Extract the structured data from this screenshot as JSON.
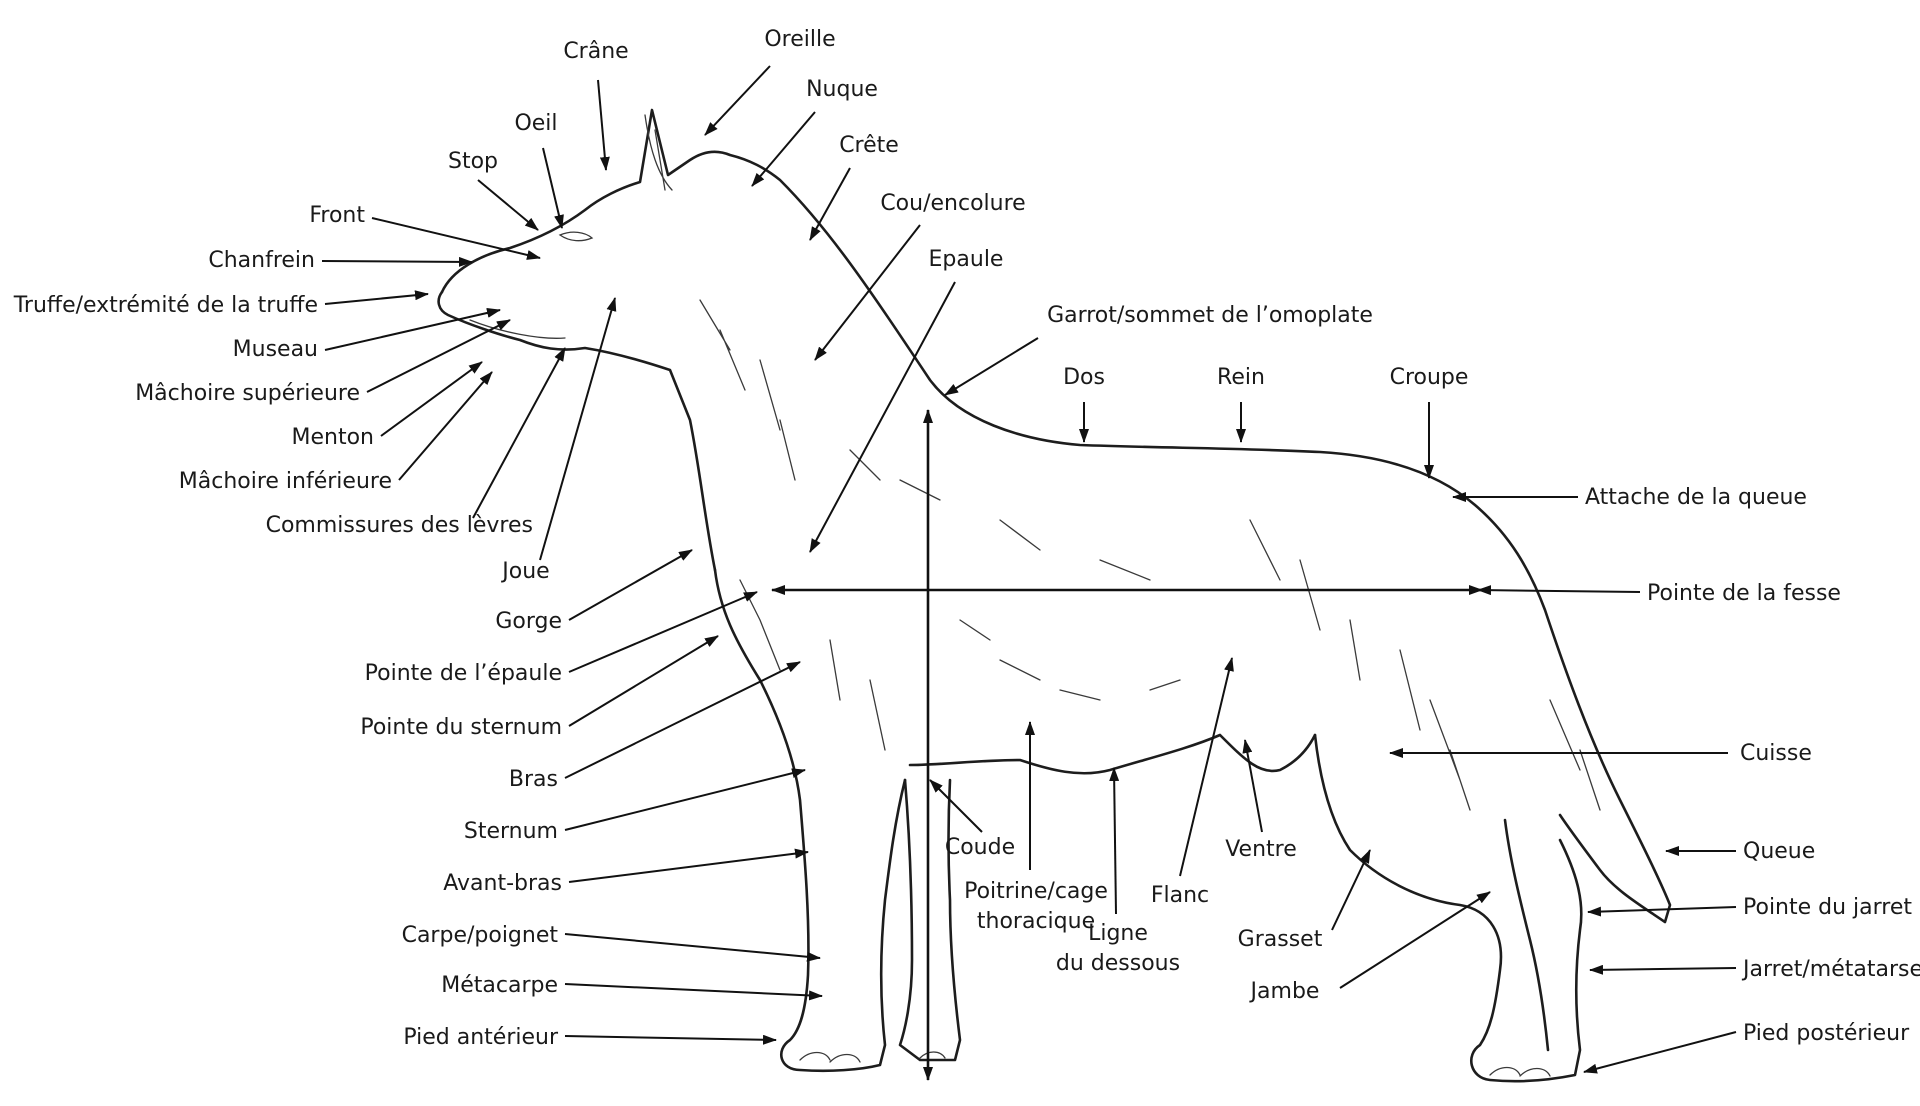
{
  "labels": [
    {
      "id": "crane",
      "text": "Crâne"
    },
    {
      "id": "oreille",
      "text": "Oreille"
    },
    {
      "id": "nuque",
      "text": "Nuque"
    },
    {
      "id": "crete",
      "text": "Crête"
    },
    {
      "id": "oeil",
      "text": "Oeil"
    },
    {
      "id": "stop",
      "text": "Stop"
    },
    {
      "id": "front",
      "text": "Front"
    },
    {
      "id": "chanfrein",
      "text": "Chanfrein"
    },
    {
      "id": "truffe",
      "text": "Truffe/extrémité de la truffe"
    },
    {
      "id": "museau",
      "text": "Museau"
    },
    {
      "id": "machoire-sup",
      "text": "Mâchoire supérieure"
    },
    {
      "id": "menton",
      "text": "Menton"
    },
    {
      "id": "machoire-inf",
      "text": "Mâchoire inférieure"
    },
    {
      "id": "commissures",
      "text": "Commissures des lèvres"
    },
    {
      "id": "joue",
      "text": "Joue"
    },
    {
      "id": "cou",
      "text": "Cou/encolure"
    },
    {
      "id": "epaule",
      "text": "Epaule"
    },
    {
      "id": "garrot",
      "text": "Garrot/sommet de l’omoplate"
    },
    {
      "id": "dos",
      "text": "Dos"
    },
    {
      "id": "rein",
      "text": "Rein"
    },
    {
      "id": "croupe",
      "text": "Croupe"
    },
    {
      "id": "attache-queue",
      "text": "Attache de la queue"
    },
    {
      "id": "pointe-fesse",
      "text": "Pointe de la fesse"
    },
    {
      "id": "gorge",
      "text": "Gorge"
    },
    {
      "id": "pointe-epaule",
      "text": "Pointe de l’épaule"
    },
    {
      "id": "pointe-sternum",
      "text": "Pointe du sternum"
    },
    {
      "id": "bras",
      "text": "Bras"
    },
    {
      "id": "sternum",
      "text": "Sternum"
    },
    {
      "id": "avant-bras",
      "text": "Avant-bras"
    },
    {
      "id": "carpe",
      "text": "Carpe/poignet"
    },
    {
      "id": "metacarpe",
      "text": "Métacarpe"
    },
    {
      "id": "pied-ant",
      "text": "Pied antérieur"
    },
    {
      "id": "coude",
      "text": "Coude"
    },
    {
      "id": "poitrine",
      "text": "Poitrine/cage\nthoracique"
    },
    {
      "id": "ligne-dessous",
      "text": "Ligne\ndu dessous"
    },
    {
      "id": "flanc",
      "text": "Flanc"
    },
    {
      "id": "ventre",
      "text": "Ventre"
    },
    {
      "id": "grasset",
      "text": "Grasset"
    },
    {
      "id": "jambe",
      "text": "Jambe"
    },
    {
      "id": "cuisse",
      "text": "Cuisse"
    },
    {
      "id": "queue",
      "text": "Queue"
    },
    {
      "id": "pointe-jarret",
      "text": "Pointe du jarret"
    },
    {
      "id": "jarret",
      "text": "Jarret/métatarse"
    },
    {
      "id": "pied-post",
      "text": "Pied postérieur"
    }
  ]
}
